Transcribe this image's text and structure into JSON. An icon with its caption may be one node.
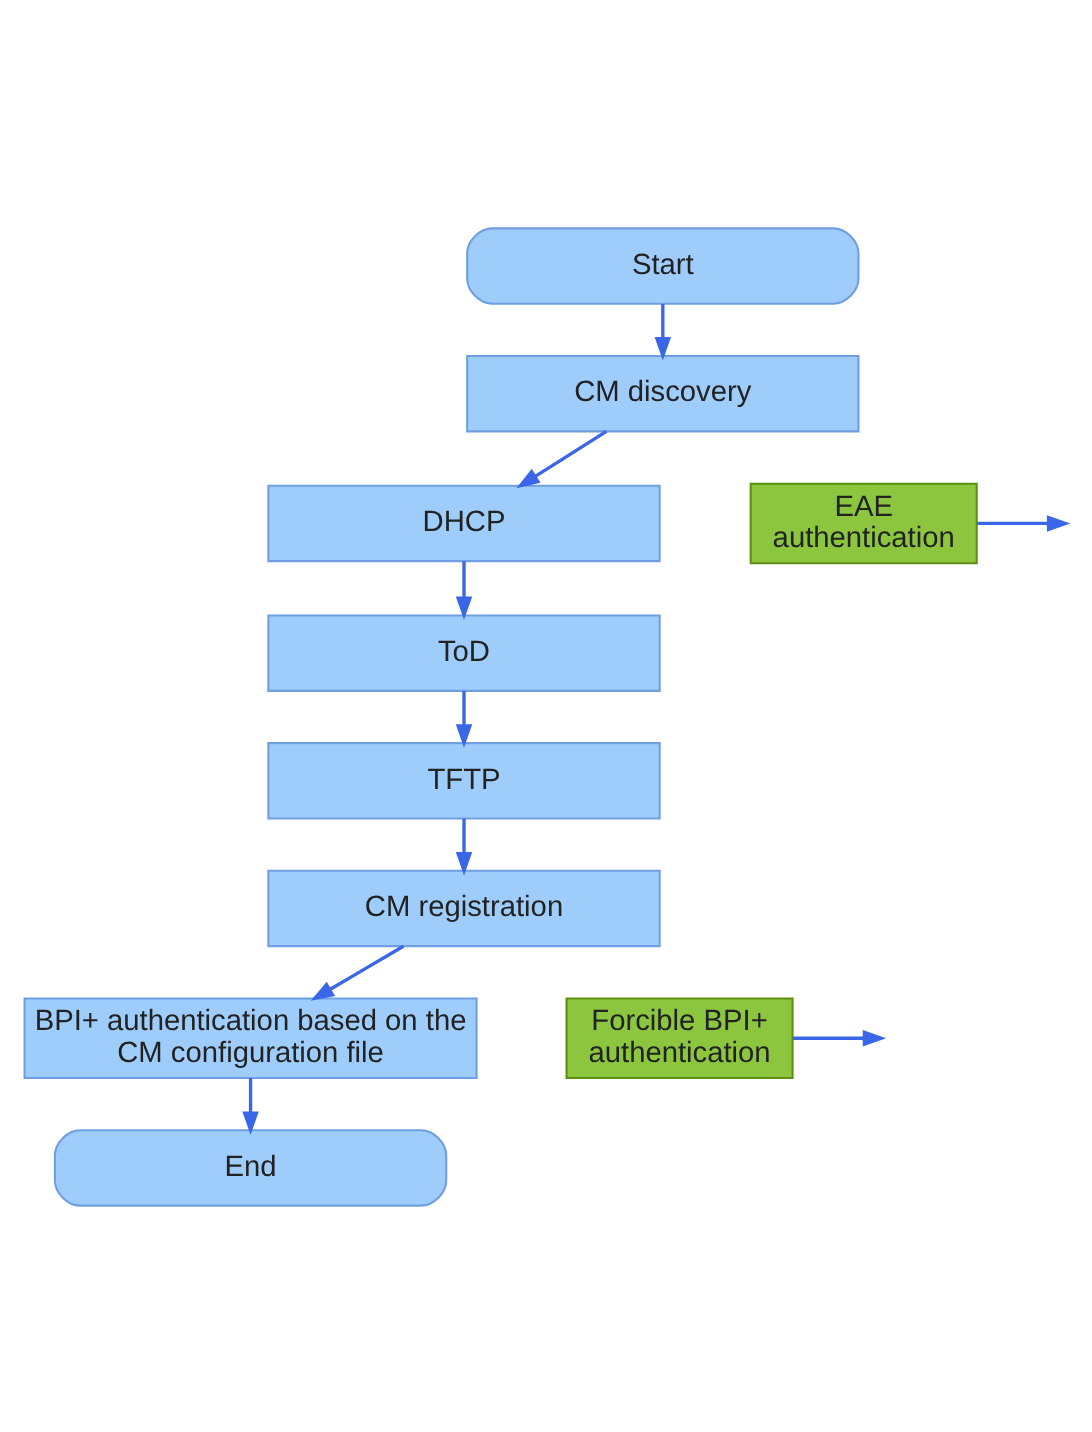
{
  "diagram": {
    "nodes": [
      {
        "text": [
          "Start"
        ]
      },
      {
        "text": [
          "CM discovery"
        ]
      },
      {
        "text": [
          "DHCP"
        ]
      },
      {
        "text": [
          "ToD"
        ]
      },
      {
        "text": [
          "TFTP"
        ]
      },
      {
        "text": [
          "CM registration"
        ]
      },
      {
        "text": [
          "BPI+ authentication based on the CM configuration file"
        ]
      },
      {
        "text": [
          "End"
        ]
      },
      {
        "text": [
          "EAE authentication"
        ]
      },
      {
        "text": [
          "Forcible BPI+ authentication"
        ]
      }
    ],
    "edges": [
      {
        "from": 0,
        "to": 1,
        "arrow": "to"
      },
      {
        "from": 1,
        "to": 2,
        "arrow": "to"
      },
      {
        "from": 2,
        "to": 3,
        "arrow": "to"
      },
      {
        "from": 3,
        "to": 4,
        "arrow": "to"
      },
      {
        "from": 4,
        "to": 5,
        "arrow": "to"
      },
      {
        "from": 5,
        "to": 6,
        "arrow": "to"
      },
      {
        "from": 6,
        "to": 7,
        "arrow": "to"
      },
      {
        "from": 8,
        "to": null,
        "arrow": "to"
      },
      {
        "from": 9,
        "to": null,
        "arrow": "to"
      }
    ]
  }
}
